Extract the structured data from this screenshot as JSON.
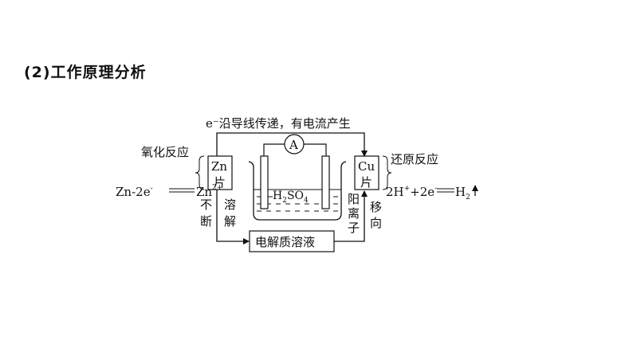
{
  "heading": "(2)工作原理分析",
  "diagram": {
    "top_label": "e⁻沿导线传递，有电流产生",
    "ammeter_symbol": "A",
    "electrolyte_formula": {
      "main": "H",
      "sub1": "2",
      "mid": "SO",
      "sub2": "4"
    },
    "zn_box": [
      "Zn",
      "片"
    ],
    "cu_box": [
      "Cu",
      "片"
    ],
    "left_reaction_type": "氧化反应",
    "right_reaction_type": "还原反应",
    "left_equation": {
      "a": "Zn-2e",
      "a_sup": "-",
      "b": "Zn",
      "b_sup": "2+"
    },
    "right_equation": {
      "a": "2H",
      "a_sup": "+",
      "b": "+2e",
      "b_sup": "-",
      "c": "H",
      "c_sub": "2"
    },
    "left_down_label": [
      "不",
      "断"
    ],
    "left_down_label2": [
      "溶",
      "解"
    ],
    "bottom_box": "电解质溶液",
    "cation_label": [
      "阳",
      "离",
      "子"
    ],
    "migrate_label": [
      "移",
      "向"
    ]
  },
  "colors": {
    "line": "#111111",
    "background": "#ffffff"
  }
}
